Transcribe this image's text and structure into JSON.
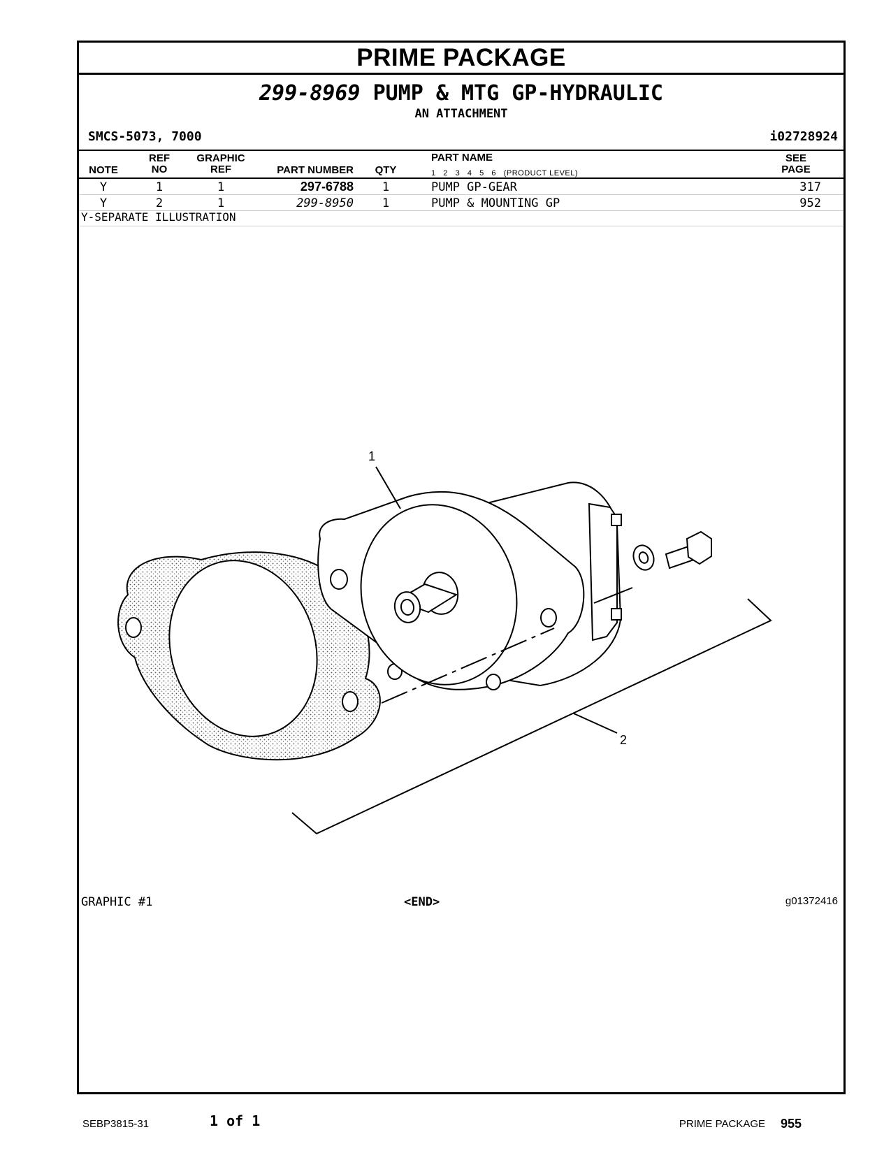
{
  "header": {
    "title": "PRIME PACKAGE"
  },
  "group": {
    "part_number": "299-8969",
    "name": "PUMP & MTG GP-HYDRAULIC",
    "subtitle": "AN ATTACHMENT",
    "smcs": "SMCS-5073, 7000",
    "doc_id": "i02728924"
  },
  "table": {
    "headers": {
      "note": "NOTE",
      "ref_no": [
        "REF",
        "NO"
      ],
      "graphic_ref": [
        "GRAPHIC",
        "REF"
      ],
      "part_number": "PART NUMBER",
      "qty": "QTY",
      "part_name": "PART NAME",
      "product_levels": "1   2   3   4   5   6   (PRODUCT LEVEL)",
      "see_page": [
        "SEE",
        "PAGE"
      ]
    },
    "rows": [
      {
        "note": "Y",
        "ref_no": "1",
        "graphic_ref": "1",
        "part_number": "297-6788",
        "qty": "1",
        "part_name": "PUMP GP-GEAR",
        "see_page": "317"
      },
      {
        "note": "Y",
        "ref_no": "2",
        "graphic_ref": "1",
        "part_number": "299-8950",
        "qty": "1",
        "part_name": "PUMP & MOUNTING GP",
        "see_page": "952"
      }
    ],
    "note_legend": "Y-SEPARATE ILLUSTRATION"
  },
  "illustration": {
    "callouts": [
      "1",
      "2"
    ],
    "graphic_label": "GRAPHIC #1",
    "end_marker": "<END>",
    "graphic_id": "g01372416"
  },
  "footer": {
    "doc_number": "SEBP3815-31",
    "page_of": "1 of 1",
    "section": "PRIME PACKAGE",
    "page_number": "955"
  }
}
